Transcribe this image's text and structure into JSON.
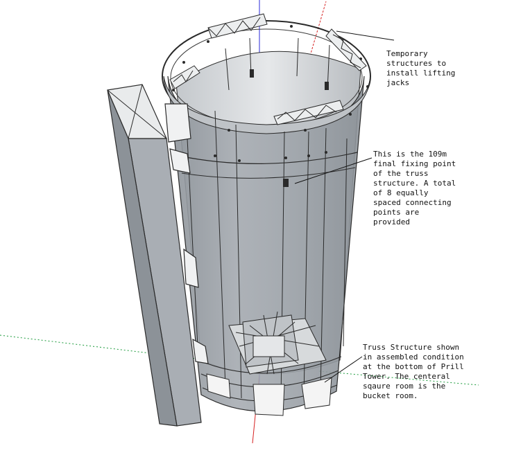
{
  "annotations": {
    "temporary": "Temporary\nstructures to\ninstall lifting\njacks",
    "fixing": "This is the 109m\nfinal fixing point\nof the truss\nstructure. A total\nof 8 equally\nspaced connecting\npoints are\nprovided",
    "truss": "Truss Structure shown\nin assembled condition\nat the bottom of Prill\nTower. The centeral\nsqaure room is the\nbucket room."
  },
  "colors": {
    "axis_red": "#d62020",
    "axis_green": "#1a9a3a",
    "axis_blue": "#2a2ad8",
    "tower_fill": "#9ea4ac",
    "panel_fill": "#a9aeb4",
    "line": "#2a2a2a"
  }
}
